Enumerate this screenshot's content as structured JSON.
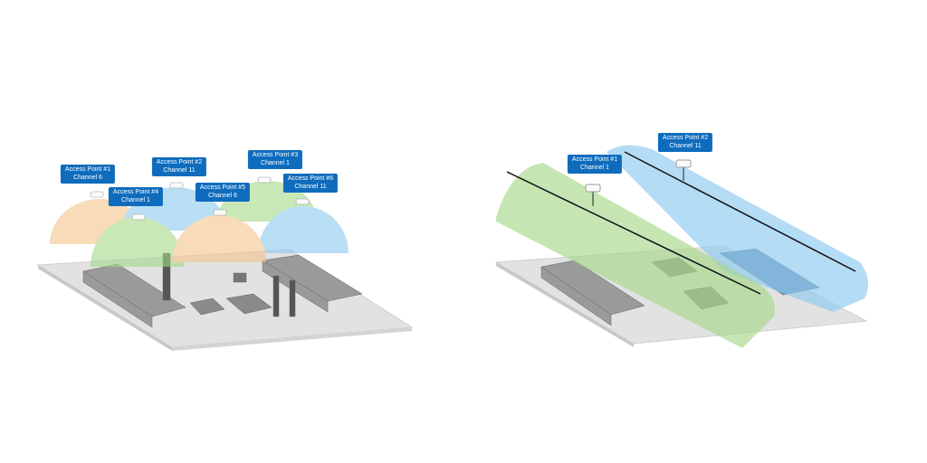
{
  "left_diagram": {
    "access_points": [
      {
        "name": "Access Point #1",
        "channel": "Channel 6"
      },
      {
        "name": "Access Point #2",
        "channel": "Channel 11"
      },
      {
        "name": "Access Point #3",
        "channel": "Channel 1"
      },
      {
        "name": "Access Point #4",
        "channel": "Channel 1"
      },
      {
        "name": "Access Point #5",
        "channel": "Channel 6"
      },
      {
        "name": "Access Point #6",
        "channel": "Channel 11"
      }
    ]
  },
  "right_diagram": {
    "access_points": [
      {
        "name": "Access Point #1",
        "channel": "Channel 1"
      },
      {
        "name": "Access Point #2",
        "channel": "Channel 11"
      }
    ]
  },
  "colors": {
    "label_bg": "#0f6cbd",
    "orange": "#f4c48c",
    "blue": "#8ccaf0",
    "green": "#a6d98a",
    "floor": "#e4e4e4"
  }
}
